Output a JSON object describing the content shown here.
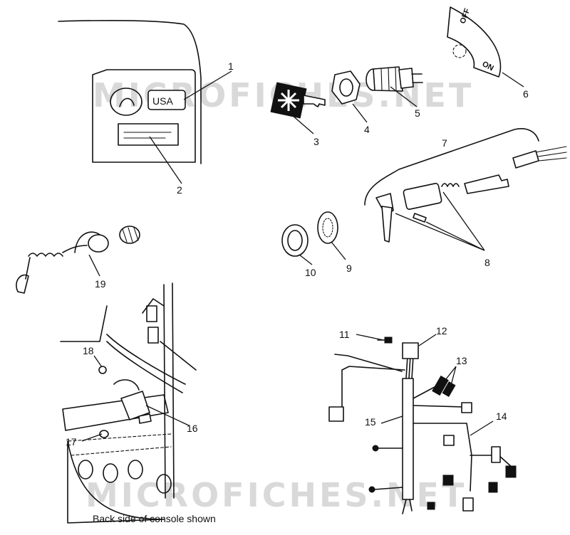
{
  "watermark": "MICROFICHES.NET",
  "caption": "Back side of console shown",
  "console_labels": {
    "usa": "USA",
    "off": "OFF",
    "on": "ON"
  },
  "callouts": [
    "1",
    "2",
    "3",
    "4",
    "5",
    "6",
    "7",
    "8",
    "9",
    "10",
    "11",
    "12",
    "13",
    "14",
    "15",
    "16",
    "17",
    "18",
    "19"
  ]
}
